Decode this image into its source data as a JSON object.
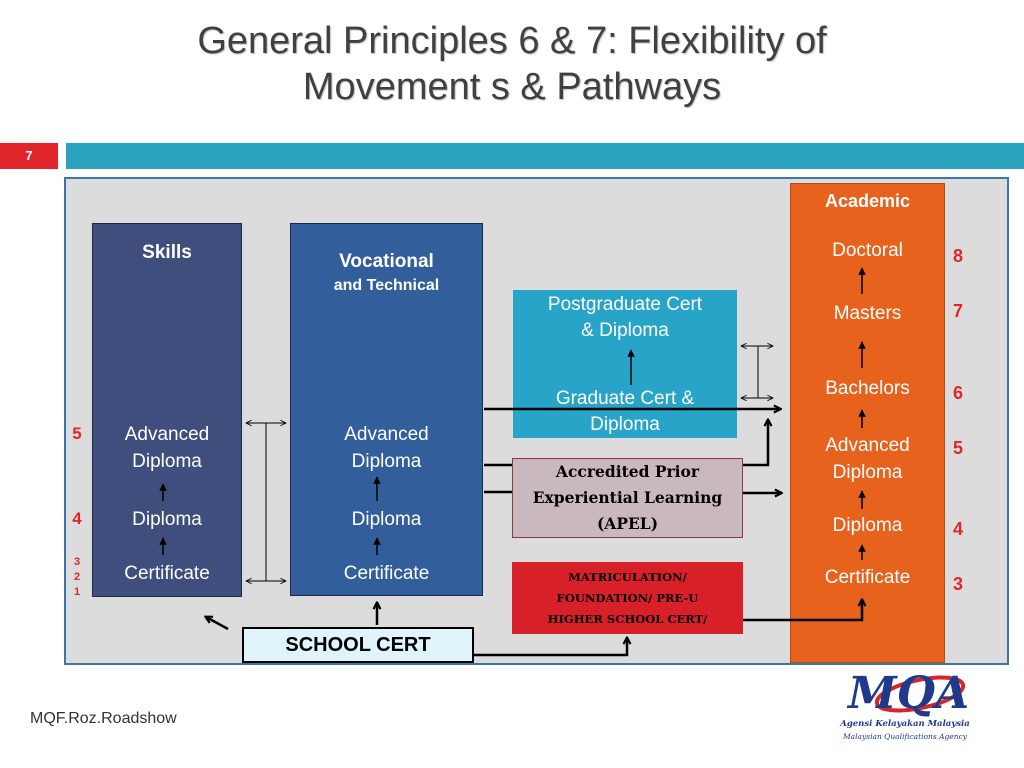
{
  "slide": {
    "title_line1": "General Principles 6 & 7: Flexibility of",
    "title_line2": "Movement s & Pathways",
    "number": "7",
    "footer": "MQF.Roz.Roadshow"
  },
  "colors": {
    "title_text": "#404040",
    "slide_number_bg": "#e0262a",
    "top_bar": "#2aa3c1",
    "diagram_bg": "#dcdcdc",
    "diagram_border": "#3a76a8",
    "skills": "#3f4e7d",
    "vocational": "#325e9c",
    "postgrad": "#28a4c8",
    "apel": "#c9b8bf",
    "matriculation": "#d82028",
    "academic": "#e6621d",
    "school_cert": "#dff4fb",
    "level_numbers": "#e0262a"
  },
  "skills": {
    "title": "Skills",
    "items": [
      "Advanced Diploma",
      "Diploma",
      "Certificate"
    ]
  },
  "vocational": {
    "title_line1": "Vocational",
    "title_line2": "and Technical",
    "items": [
      "Advanced Diploma",
      "Diploma",
      "Certificate"
    ]
  },
  "academic": {
    "title": "Academic",
    "items": [
      "Doctoral",
      "Masters",
      "Bachelors",
      "Advanced Diploma",
      "Diploma",
      "Certificate"
    ]
  },
  "middle": {
    "postgrad_line1": "Postgraduate Cert",
    "postgrad_line2": "& Diploma",
    "grad_line1": "Graduate Cert &",
    "grad_line2": "Diploma",
    "apel_line1": "Accredited Prior",
    "apel_line2": "Experiential Learning",
    "apel_line3": "(APEL)",
    "matric_line1": "MATRICULATION/",
    "matric_line2": "FOUNDATION/ PRE-U",
    "matric_line3": "HIGHER SCHOOL CERT/"
  },
  "school_cert": "SCHOOL CERT",
  "levels_left": [
    "5",
    "4",
    "3",
    "2",
    "1"
  ],
  "levels_right": [
    "8",
    "7",
    "6",
    "5",
    "4",
    "3"
  ],
  "logo": {
    "letters": "MQA",
    "name_ms": "Agensi Kelayakan Malaysia",
    "name_en": "Malaysian Qualifications Agency",
    "colors": {
      "blue": "#1f3a8a",
      "red": "#d7262b"
    }
  }
}
